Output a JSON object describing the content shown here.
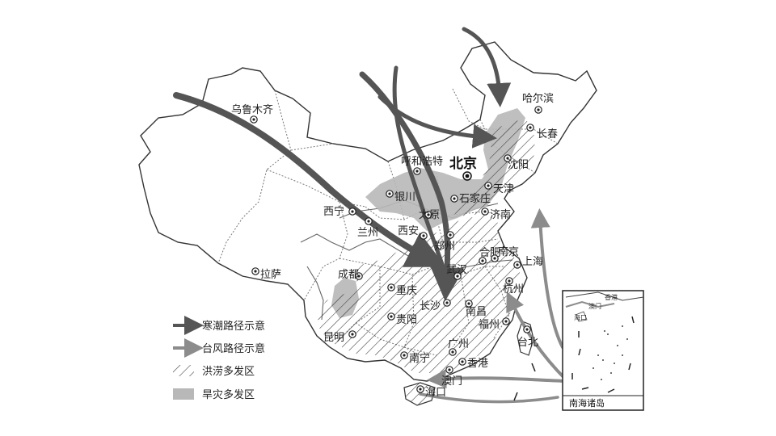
{
  "colors": {
    "cold_wave": "#555555",
    "typhoon": "#8c8c8c",
    "drought_fill": "#b8b8b8",
    "flood_hatch": "#333333",
    "border": "#333333",
    "province_border": "#777777"
  },
  "capital": {
    "name": "北京",
    "icon": "capital-dot-icon"
  },
  "cities": [
    {
      "id": "urumqi",
      "name": "乌鲁木齐"
    },
    {
      "id": "harbin",
      "name": "哈尔滨"
    },
    {
      "id": "changchun",
      "name": "长春"
    },
    {
      "id": "shenyang",
      "name": "沈阳"
    },
    {
      "id": "hohhot",
      "name": "呼和浩特"
    },
    {
      "id": "tianjin",
      "name": "天津"
    },
    {
      "id": "yinchuan",
      "name": "银川"
    },
    {
      "id": "shijiazhuang",
      "name": "石家庄"
    },
    {
      "id": "taiyuan",
      "name": "太原"
    },
    {
      "id": "jinan",
      "name": "济南"
    },
    {
      "id": "xining",
      "name": "西宁"
    },
    {
      "id": "lanzhou",
      "name": "兰州"
    },
    {
      "id": "xian",
      "name": "西安"
    },
    {
      "id": "zhengzhou",
      "name": "郑州"
    },
    {
      "id": "hefei",
      "name": "合肥"
    },
    {
      "id": "nanjing",
      "name": "南京"
    },
    {
      "id": "shanghai",
      "name": "上海"
    },
    {
      "id": "lhasa",
      "name": "拉萨"
    },
    {
      "id": "chengdu",
      "name": "成都"
    },
    {
      "id": "chongqing",
      "name": "重庆"
    },
    {
      "id": "wuhan",
      "name": "武汉"
    },
    {
      "id": "hangzhou",
      "name": "杭州"
    },
    {
      "id": "changsha",
      "name": "长沙"
    },
    {
      "id": "nanchang",
      "name": "南昌"
    },
    {
      "id": "guiyang",
      "name": "贵阳"
    },
    {
      "id": "fuzhou",
      "name": "福州"
    },
    {
      "id": "kunming",
      "name": "昆明"
    },
    {
      "id": "taipei",
      "name": "台北"
    },
    {
      "id": "guangzhou",
      "name": "广州"
    },
    {
      "id": "nanning",
      "name": "南宁"
    },
    {
      "id": "hongkong",
      "name": "香港"
    },
    {
      "id": "macau",
      "name": "澳门"
    },
    {
      "id": "haikou",
      "name": "海口"
    }
  ],
  "legend": {
    "cold_wave": "寒潮路径示意",
    "typhoon": "台风路径示意",
    "flood": "洪涝多发区",
    "drought": "旱灾多发区"
  },
  "inset": {
    "title": "南海诸岛",
    "labels": [
      "香港",
      "澳门",
      "海口"
    ]
  }
}
